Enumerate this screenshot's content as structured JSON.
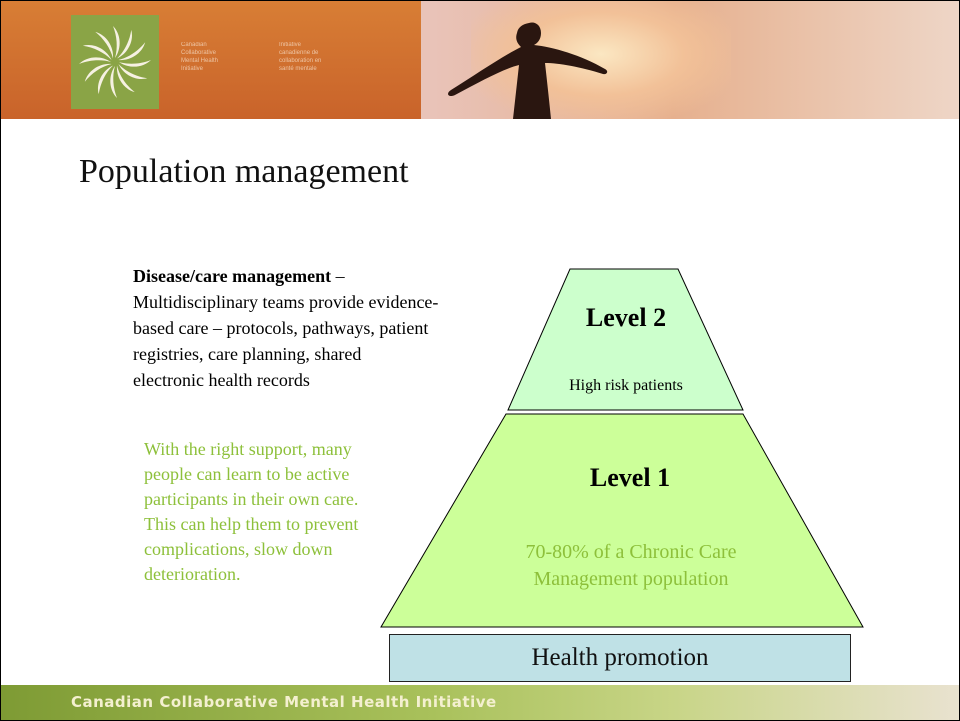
{
  "header": {
    "org_name_lines": "Canadian\nCollaborative\nMental Health\nInitiative",
    "tagline_lines": "Initiative\ncanadienne de\ncollaboration en\nsanté mentale"
  },
  "slide": {
    "title": "Population management",
    "description_bold": "Disease/care management",
    "description_dash": " –",
    "description_body": "Multidisciplinary teams provide evidence-\nbased care – protocols, pathways, patient\n registries, care planning, shared\nelectronic health records",
    "support_text": "With the right support, many\npeople can learn to be active\nparticipants in their own care.\nThis can help them to prevent\ncomplications, slow down\ndeterioration."
  },
  "pyramid": {
    "level2_title": "Level 2",
    "level2_sub": "High risk patients",
    "level1_title": "Level 1",
    "level1_sub": "70-80% of a Chronic Care\nManagement population",
    "base_label": "Health promotion"
  },
  "footer": {
    "text": "Canadian Collaborative Mental Health Initiative"
  },
  "colors": {
    "level2_fill": "#ccffcc",
    "level1_fill": "#ccff99",
    "base_fill": "#bfe1e6",
    "green_text": "#8dc03a"
  }
}
